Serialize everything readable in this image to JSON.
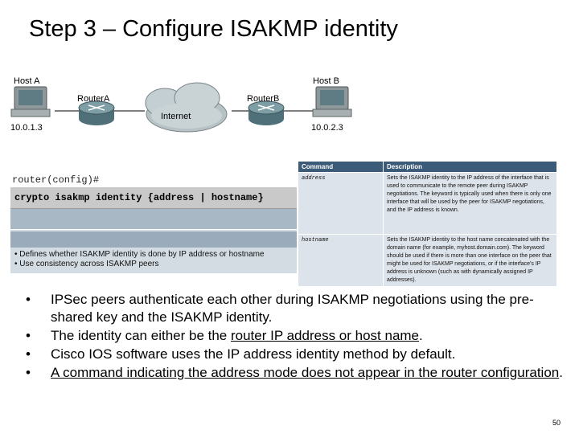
{
  "title": "Step 3 – Configure ISAKMP identity",
  "diagram": {
    "host_a": "Host A",
    "host_b": "Host B",
    "router_a": "RouterA",
    "router_b": "RouterB",
    "cloud": "Internet",
    "ip_a": "10.0.1.3",
    "ip_b": "10.0.2.3"
  },
  "cli": {
    "prompt": "router(config)#",
    "command": "crypto isakmp identity {address | hostname}"
  },
  "notes": [
    "• Defines whether ISAKMP identity is done by IP address or hostname",
    "• Use consistency across ISAKMP peers"
  ],
  "table": {
    "headers": [
      "Command",
      "Description"
    ],
    "rows": [
      {
        "command": "address",
        "description": "Sets the ISAKMP identity to the IP address of the interface that is used to communicate to the remote peer during ISAKMP negotiations. The keyword is typically used when there is only one interface that will be used by the peer for ISAKMP negotiations, and the IP address is known."
      },
      {
        "command": "hostname",
        "description": "Sets the ISAKMP identity to the host name concatenated with the domain name (for example, myhost.domain.com). The keyword should be used if there is more than one interface on the peer that might be used for ISAKMP negotiations, or if the interface's IP address is unknown (such as with dynamically assigned IP addresses)."
      }
    ]
  },
  "bullets": {
    "b1": "IPSec peers authenticate each other during ISAKMP negotiations using the pre-shared key and the ISAKMP identity.",
    "b2_pre": "The identity can either be the ",
    "b2_link": "router IP address or host name",
    "b2_post": ".",
    "b3": "Cisco IOS software uses the IP address identity method by default.",
    "b4_link": "A command indicating the address mode does not appear in the router configuration",
    "b4_post": "."
  },
  "bullet_char": "•",
  "page_number": "50"
}
